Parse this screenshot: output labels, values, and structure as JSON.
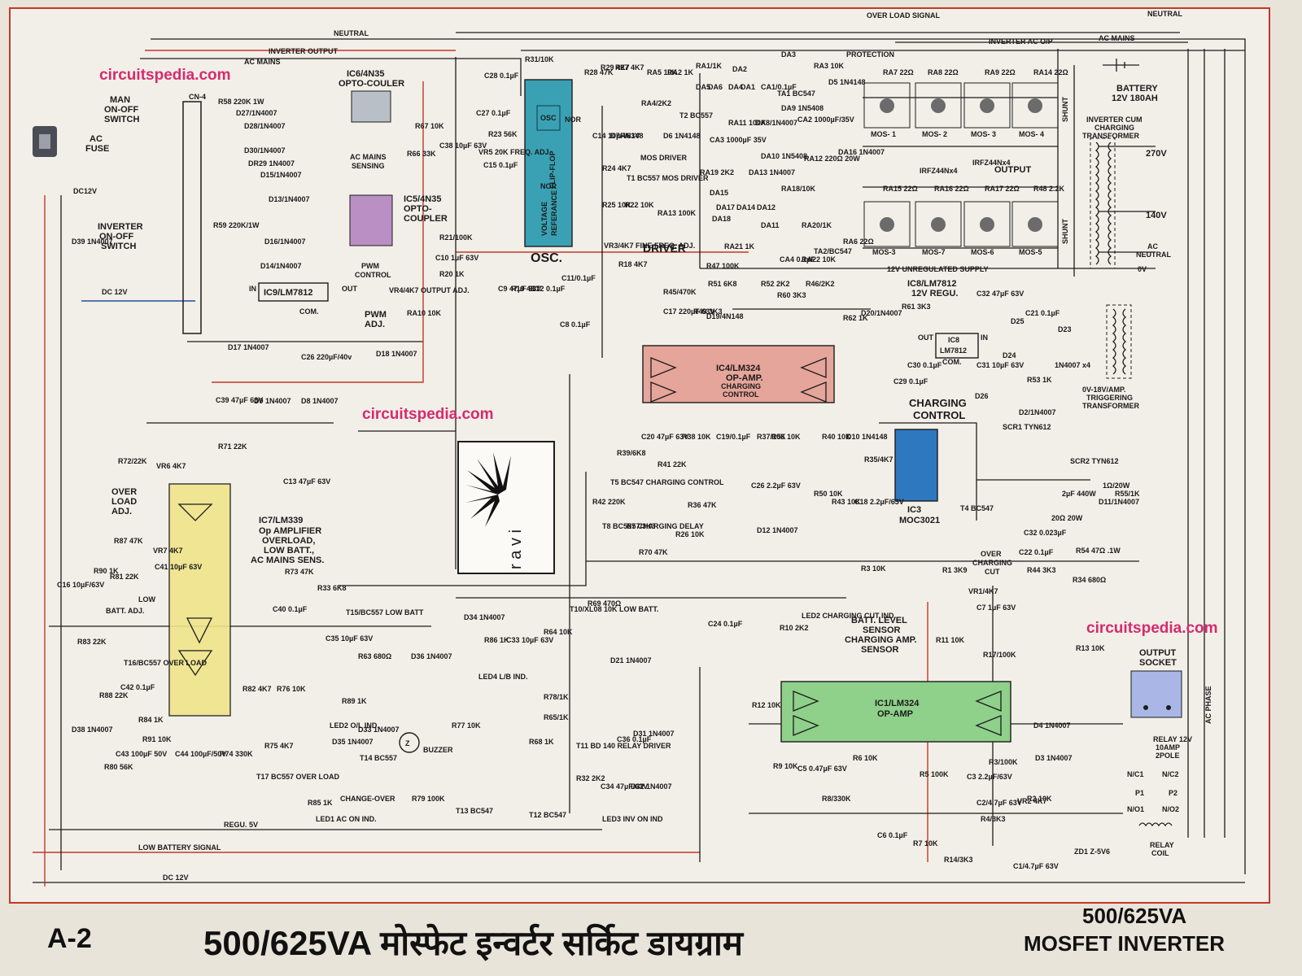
{
  "watermark": "circuitspedia.com",
  "logo": {
    "brand": "r a v i"
  },
  "footer": {
    "page": "A-2",
    "title_hindi": "500/625VA मोस्फेट इन्वर्टर सर्किट डायग्राम",
    "title_en_line1": "500/625VA",
    "title_en_line2": "MOSFET INVERTER"
  },
  "rails": {
    "neutral_top": "NEUTRAL",
    "neutral_right": "NEUTRAL",
    "inverter_output": "INVERTER OUTPUT",
    "ac_mains_top": "AC MAINS",
    "overload_signal_top": "OVER LOAD SIGNAL",
    "inverter_ac_op": "INVERTER AC O/P",
    "ac_mains_right": "AC MAINS",
    "dc12v_a": "DC12V",
    "dc12v_b": "DC 12V",
    "dc12v_bottom": "DC 12V",
    "low_battery_signal": "LOW BATTERY SIGNAL",
    "regu_5v": "REGU. 5V",
    "unregulated_supply": "12V UNREGULATED SUPPLY"
  },
  "blocks": {
    "ic6": {
      "title": "IC6/4N35",
      "sub": "OPTO-COULER",
      "note1": "AC MAINS",
      "note2": "SENSING"
    },
    "ic5": {
      "title": "IC5/4N35",
      "sub1": "OPTO-",
      "sub2": "COUPLER",
      "note1": "PWM",
      "note2": "CONTROL"
    },
    "osc": {
      "label": "OSC.",
      "pin_osc": "OSC",
      "pin_flip": "FLIP-FLOP",
      "pin_nor1": "NOR",
      "pin_nor2": "NOR",
      "pin_vref1": "VOLTAGE",
      "pin_vref2": "REFERANCE"
    },
    "ic4": {
      "title": "IC4/LM324",
      "sub": "OP-AMP.",
      "note1": "CHARGING",
      "note2": "CONTROL"
    },
    "ic7": {
      "title": "IC7/LM339",
      "l1": "Op AMPLIFIER",
      "l2": "OVERLOAD,",
      "l3": "LOW BATT.,",
      "l4": "AC MAINS SENS."
    },
    "ic1": {
      "title": "IC1/LM324",
      "sub": "OP-AMP"
    },
    "ic3": {
      "title": "IC3",
      "sub": "MOC3021"
    },
    "ic8": {
      "title": "IC8/LM7812",
      "sub": "12V REGU.",
      "chip": "IC8",
      "chip2": "LM7812",
      "out": "OUT",
      "in": "IN",
      "com": "COM."
    },
    "ic9": {
      "title": "IC9/LM7812",
      "com": "COM.",
      "in": "IN",
      "out": "OUT"
    },
    "driver": "DRIVER",
    "mos_driver": "MOS DRIVER",
    "charging_control": "CHARGING",
    "charging_control2": "CONTROL",
    "batt_sensor": {
      "l1": "BATT. LEVEL",
      "l2": "SENSOR",
      "l3": "CHARGING AMP.",
      "l4": "SENSOR"
    },
    "battery": {
      "l1": "BATTERY",
      "l2": "12V 180AH"
    },
    "transformer": {
      "l1": "INVERTER CUM",
      "l2": "CHARGING",
      "l3": "TRANSFORMER",
      "v270": "270V",
      "v140": "140V",
      "ac_neutral1": "AC",
      "ac_neutral2": "NEUTRAL",
      "v0": "0V"
    },
    "trig_transformer": {
      "l1": "0V-18V/AMP.",
      "l2": "TRIGGERING",
      "l3": "TRANSFORMER"
    },
    "output_socket": {
      "l1": "OUTPUT",
      "l2": "SOCKET"
    },
    "relay": {
      "l1": "RELAY 12V",
      "l2": "10AMP",
      "l3": "2POLE",
      "coil1": "RELAY",
      "coil2": "COIL",
      "nc1": "N/C1",
      "nc2": "N/C2",
      "p1": "P1",
      "p2": "P2",
      "no1": "N/O1",
      "no2": "N/O2"
    },
    "output": "OUTPUT",
    "protection": "PROTECTION",
    "irfz_top": "IRFZ44Nx4",
    "irfz_bot": "IRFZ44Nx4",
    "shunt": "SHUNT",
    "ac_phase": "AC PHASE",
    "man_switch": {
      "l1": "MAN",
      "l2": "ON-OFF",
      "l3": "SWITCH"
    },
    "ac_fuse": {
      "l1": "AC",
      "l2": "FUSE"
    },
    "inv_switch": {
      "l1": "INVERTER",
      "l2": "ON-OFF",
      "l3": "SWITCH"
    },
    "cn4": "CN-4",
    "buzzer": "BUZZER",
    "change_over": "CHANGE-OVER",
    "over_load_adj": {
      "l1": "OVER",
      "l2": "LOAD",
      "l3": "ADJ."
    },
    "batt_adj": "BATT. ADJ.",
    "low": "LOW",
    "pwm_adj": {
      "l1": "PWM",
      "l2": "ADJ."
    },
    "over_charging_cut": {
      "l1": "OVER",
      "l2": "CHARGING",
      "l3": "CUT"
    }
  },
  "mosfets_top": [
    "MOS- 1",
    "MOS- 2",
    "MOS- 3",
    "MOS- 4"
  ],
  "mosfets_bottom": [
    "MOS-3",
    "MOS-7",
    "MOS-6",
    "MOS-5"
  ],
  "components": [
    "R58 220K 1W",
    "D27/1N4007",
    "D28/1N4007",
    "D30/1N4007",
    "DR29 1N4007",
    "D15/1N4007",
    "D13/1N4007",
    "R59 220K/1W",
    "D16/1N4007",
    "D14/1N4007",
    "R67 10K",
    "R66 33K",
    "C38 10µF 63V",
    "R31/10K",
    "C28 0.1µF",
    "C27 0.1µF",
    "R23 56K",
    "VR5 20K FREQ. ADJ.",
    "C15 0.1µF",
    "R28 47K",
    "R29 4K7",
    "R27 4K7",
    "C14 10µF/63V",
    "D7/4N148",
    "R24 4K7",
    "R25 10K",
    "R22 10K",
    "VR3/4K7 FINE FREQ. ADJ.",
    "R18 4K7",
    "C9 47µF 63V",
    "R19 4K7",
    "C12 0.1µF",
    "C11/0.1µF",
    "C8 0.1µF",
    "R21/100K",
    "C10 1µF 63V",
    "R20 1K",
    "VR4/4K7 OUTPUT ADJ.",
    "RA10 10K",
    "RA5 10K",
    "RA2 1K",
    "RA1/1K",
    "DA2",
    "DA3",
    "DA5",
    "DA6",
    "DA4",
    "DA1",
    "CA1/0.1µF",
    "TA1 BC547",
    "RA3 10K",
    "D5 1N4148",
    "RA4/2K2",
    "T2 BC557",
    "D6 1N4148",
    "T1 BC557 MOS DRIVER",
    "RA13 100K",
    "RA11 100K",
    "DA8/1N4007",
    "DA9 1N5408",
    "CA2 1000µF/35V",
    "CA3 1000µF 35V",
    "DA10 1N5408",
    "RA12 220Ω 20W",
    "DA16 1N4007",
    "RA19 2K2",
    "DA13 1N4007",
    "RA18/10K",
    "DA15",
    "DA17",
    "DA14",
    "DA12",
    "DA18",
    "DA11",
    "RA20/1K",
    "RA21 1K",
    "CA4 0.1µF",
    "RA22 10K",
    "TA2/BC547",
    "RA6 22Ω",
    "RA7 22Ω",
    "RA8 22Ω",
    "RA9 22Ω",
    "RA14 22Ω",
    "RA15 22Ω",
    "RA16 22Ω",
    "RA17 22Ω",
    "R48 2.2K",
    "R47 100K",
    "R51 6K8",
    "R52 2K2",
    "R46/2K2",
    "R45/470K",
    "C17 220µF 63V",
    "R49 3K3",
    "D19/4N148",
    "R60 3K3",
    "R62 1K",
    "D20/1N4007",
    "R61 3K3",
    "C32 47µF 63V",
    "C30 0.1µF",
    "C29 0.1µF",
    "C31 10µF 63V",
    "D26",
    "D25",
    "D23",
    "D24",
    "1N4007 x4",
    "C21 0.1µF",
    "R53 1K",
    "D2/1N4007",
    "SCR1 TYN612",
    "SCR2 TYN612",
    "20Ω 20W",
    "2µF 440W",
    "1Ω/20W",
    "D11/1N4007",
    "R55/1K",
    "C32 0.023µF",
    "C22 0.1µF",
    "R54 47Ω .1W",
    "R44 3K3",
    "R34 680Ω",
    "T4 BC547",
    "R35/4K7",
    "C18 2.2µF/63V",
    "R43 10K",
    "R50 10K",
    "R40 10K",
    "D10 1N4148",
    "C20 47µF 63V",
    "R39/6K8",
    "R38 10K",
    "C19/0.1µF",
    "R37/10K",
    "R56 10K",
    "R41 22K",
    "R42 220K",
    "T5 BC547 CHARGING CONTROL",
    "R36 47K",
    "C26 2.2µF 63V",
    "D12 1N4007",
    "T8 BC557 CHARGING DELAY",
    "R57/3K3",
    "R26 10K",
    "R70 47K",
    "R72/22K",
    "VR6 4K7",
    "R71 22K",
    "C13 47µF 63V",
    "R87 47K",
    "VR7 4K7",
    "C41 10µF 63V",
    "R73 47K",
    "R33 6K8",
    "C16 10µF/63V",
    "R90 1K",
    "R81 22K",
    "C40 0.1µF",
    "T15/BC557 LOW BATT",
    "R83 22K",
    "T16/BC557 OVER LOAD",
    "C42 0.1µF",
    "R88 22K",
    "R84 1K",
    "D38 1N4007",
    "R91 10K",
    "C43 100µF 50V",
    "R80 56K",
    "C44 100µF/50V",
    "R74 330K",
    "R82 4K7",
    "R76 10K",
    "R75 4K7",
    "T17 BC557 OVER LOAD",
    "C35 10µF 63V",
    "R63 680Ω",
    "D36 1N4007",
    "R89 1K",
    "LED2 O/L IND.",
    "D35 1N4007",
    "D33 1N4007",
    "T14 BC557",
    "R85 1K",
    "LED1 AC ON IND.",
    "D34 1N4007",
    "R86 1K",
    "LED4 L/B IND.",
    "C33 10µF 63V",
    "R64 10K",
    "T10/XL08 10K LOW BATT.",
    "R69 470Ω",
    "D21 1N4007",
    "R78/1K",
    "R77 10K",
    "R79 100K",
    "T13 BC547",
    "T12 BC547",
    "R68 1K",
    "R65/1K",
    "T11 BD 140 RELAY DRIVER",
    "C36 0.1µF",
    "D31 1N4007",
    "R32 2K2",
    "C34 47µF/63V",
    "LED3 INV ON IND",
    "D32 1N4007",
    "C24 0.1µF",
    "R3 10K",
    "R1 3K9",
    "VR1/4K7",
    "R10 2K2",
    "LED2 CHARGING CUT IND.",
    "R11 10K",
    "C7 1µF 63V",
    "R17/100K",
    "R13 10K",
    "R12 10K",
    "R9 10K",
    "C5 0.47µF 63V",
    "R6 10K",
    "R8/330K",
    "R5 100K",
    "C3 2.2µF/63V",
    "R3/100K",
    "C2/4.7µF 63V",
    "R4/3K3",
    "VR2 4K7",
    "R2 10K",
    "C6 0.1µF",
    "R7 10K",
    "R14/3K3",
    "C1/4.7µF 63V",
    "ZD1 Z-5V6",
    "D4 1N4007",
    "D3 1N4007",
    "D17 1N4007",
    "C26 220µF/40v",
    "D18 1N4007",
    "C39 47µF 63V",
    "D9 1N4007",
    "D8 1N4007",
    "D39 1N4007"
  ],
  "colors": {
    "opto1": "#b9bfc6",
    "opto2": "#b98fc4",
    "osc": "#3aa1b4",
    "ic4": "#e6a59a",
    "ic7": "#efe48a",
    "ic1": "#8fd08a",
    "ic3": "#2e78c0",
    "socket": "#a9b6e6",
    "pink": "#d62a6e"
  }
}
